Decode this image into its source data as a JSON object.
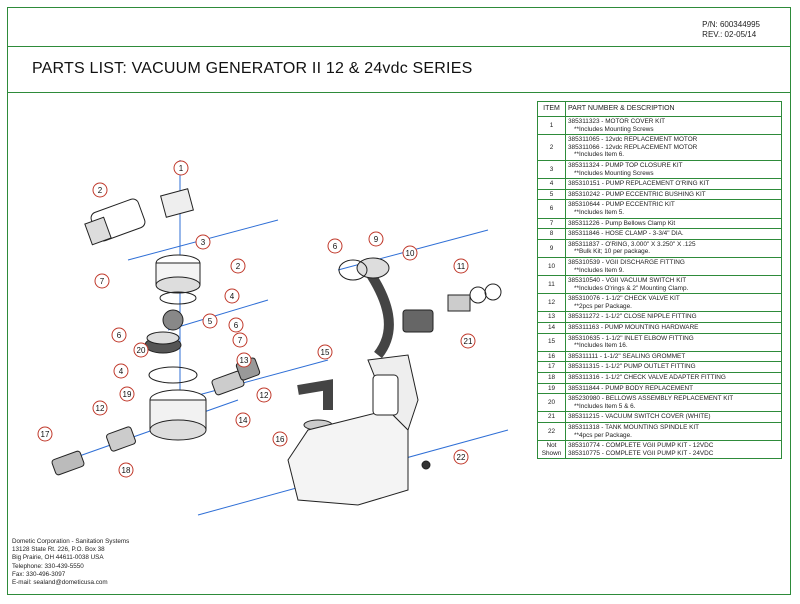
{
  "header": {
    "part_number": "P/N:  600344995",
    "revision": "REV.:  02-05/14",
    "title": "PARTS LIST:  VACUUM GENERATOR II  12 & 24vdc SERIES"
  },
  "table": {
    "headers": [
      "ITEM",
      "PART NUMBER & DESCRIPTION"
    ],
    "rows": [
      {
        "item": "1",
        "lines": [
          "385311323 - MOTOR COVER KIT",
          "**Includes Mounting Screws"
        ]
      },
      {
        "item": "2",
        "lines": [
          "385311065 - 12vdc REPLACEMENT MOTOR",
          "385311066 - 12vdc REPLACEMENT MOTOR",
          "**Includes Item 6."
        ]
      },
      {
        "item": "3",
        "lines": [
          "385311324 - PUMP TOP CLOSURE KIT",
          "**Includes Mounting Screws"
        ]
      },
      {
        "item": "4",
        "lines": [
          "385310151 - PUMP REPLACEMENT O'RING KIT"
        ]
      },
      {
        "item": "5",
        "lines": [
          "385310242 - PUMP ECCENTRIC BUSHING KIT"
        ]
      },
      {
        "item": "6",
        "lines": [
          "385310644 - PUMP ECCENTRIC KIT",
          "**Includes Item 5."
        ]
      },
      {
        "item": "7",
        "lines": [
          "385311226 - Pump Bellows Clamp Kit"
        ]
      },
      {
        "item": "8",
        "lines": [
          "385311846 - HOSE CLAMP - 3-3/4\" DIA."
        ]
      },
      {
        "item": "9",
        "lines": [
          "385311837 - O'RING, 3.000\" X 3.250\" X .125",
          "**Bulk Kit; 10 per package."
        ]
      },
      {
        "item": "10",
        "lines": [
          "385310539 - VGII DISCHARGE FITTING",
          "**Includes Item 9."
        ]
      },
      {
        "item": "11",
        "lines": [
          "385310540 - VGII VACUUM SWITCH KIT",
          "**Includes O'rings & 2\" Mounting Clamp."
        ]
      },
      {
        "item": "12",
        "lines": [
          "385310076 - 1-1/2\" CHECK VALVE KIT",
          "**2pcs per Package."
        ]
      },
      {
        "item": "13",
        "lines": [
          "385311272 - 1-1/2\" CLOSE NIPPLE FITTING"
        ]
      },
      {
        "item": "14",
        "lines": [
          "385311163 - PUMP MOUNTING HARDWARE"
        ]
      },
      {
        "item": "15",
        "lines": [
          "385310635 - 1-1/2\" INLET ELBOW FITTING",
          "**Includes Item 16."
        ]
      },
      {
        "item": "16",
        "lines": [
          "385311111 - 1-1/2\" SEALING GROMMET"
        ]
      },
      {
        "item": "17",
        "lines": [
          "385311315 - 1-1/2\" PUMP OUTLET FITTING"
        ]
      },
      {
        "item": "18",
        "lines": [
          "385311316 - 1-1/2\" CHECK VALVE ADAPTER FITTING"
        ]
      },
      {
        "item": "19",
        "lines": [
          "385311844 - PUMP BODY REPLACEMENT"
        ]
      },
      {
        "item": "20",
        "lines": [
          "385230980 - BELLOWS ASSEMBLY REPLACEMENT KIT",
          "**Includes Item 5 & 6."
        ]
      },
      {
        "item": "21",
        "lines": [
          "385311215 - VACUUM SWITCH COVER (WHITE)"
        ]
      },
      {
        "item": "22",
        "lines": [
          "385311318 - TANK MOUNTING SPINDLE KIT",
          "**4pcs per Package."
        ]
      },
      {
        "item": "Not Shown",
        "lines": [
          "385310774 - COMPLETE VGII PUMP KIT - 12VDC",
          "385310775 - COMPLETE VGII PUMP KIT - 24VDC"
        ]
      }
    ]
  },
  "contact": {
    "lines": [
      "Dometic Corporation - Sanitation Systems",
      "13128 State Rt. 226, P.O. Box 38",
      "Big Prairie, OH 44611-0038 USA",
      "Telephone: 330-439-5550",
      "Fax: 330-496-3097",
      "E-mail: sealand@dometicusa.com"
    ]
  },
  "diagram": {
    "callouts": [
      "1",
      "2",
      "3",
      "2",
      "4",
      "7",
      "6",
      "5",
      "6",
      "7",
      "20",
      "13",
      "12",
      "4",
      "19",
      "14",
      "12",
      "17",
      "18",
      "6",
      "9",
      "10",
      "11",
      "21",
      "15",
      "16",
      "22"
    ]
  },
  "colors": {
    "border": "#2e8b3a",
    "callout": "#c0392b",
    "leader": "#2f6fd6"
  }
}
